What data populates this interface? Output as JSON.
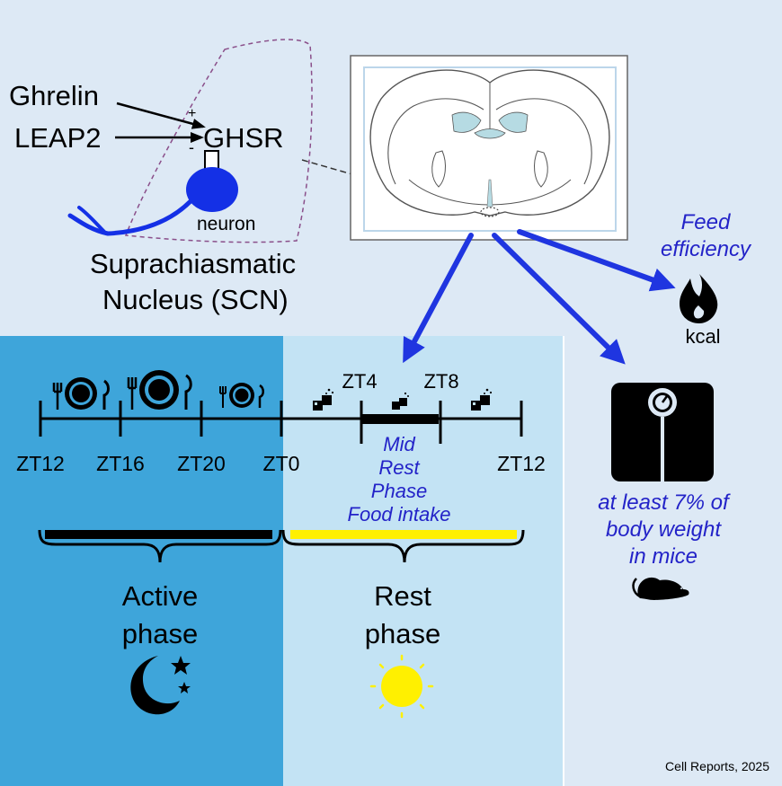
{
  "colors": {
    "background": "#dde9f5",
    "active_panel": "#3ea5da",
    "rest_panel": "#c3e3f4",
    "arrow_blue": "#1f35e0",
    "neuron_blue": "#1430e6",
    "sun_yellow": "#fff000",
    "italic_blue": "#2323c8"
  },
  "scn": {
    "ghrelin_label": "Ghrelin",
    "leap2_label": "LEAP2",
    "receptor_label": "GHSR",
    "plus_sign": "+",
    "minus_sign": "-",
    "neuron_label": "neuron",
    "region_line1": "Suprachiasmatic",
    "region_line2": "Nucleus (SCN)"
  },
  "feed_efficiency": {
    "line1": "Feed",
    "line2": "efficiency",
    "unit_label": "kcal",
    "icon": "flame-icon"
  },
  "timeline": {
    "top_labels": [
      "ZT4",
      "ZT8"
    ],
    "bottom_labels": [
      "ZT12",
      "ZT16",
      "ZT20",
      "ZT0",
      "ZT12"
    ],
    "mid_rest_lines": [
      "Mid",
      "Rest",
      "Phase",
      "Food intake"
    ],
    "meal_icon": "plate-cutlery-icon",
    "food_pellet_icon": "food-pellet-icon"
  },
  "phases": {
    "active_line1": "Active",
    "active_line2": "phase",
    "rest_line1": "Rest",
    "rest_line2": "phase",
    "active_icon": "moon-stars-icon",
    "rest_icon": "sun-icon"
  },
  "body_weight": {
    "lines": [
      "at least 7% of",
      "body weight",
      "in mice"
    ],
    "scale_icon": "scale-icon",
    "mouse_icon": "mouse-icon"
  },
  "citation": "Cell Reports, 2025"
}
